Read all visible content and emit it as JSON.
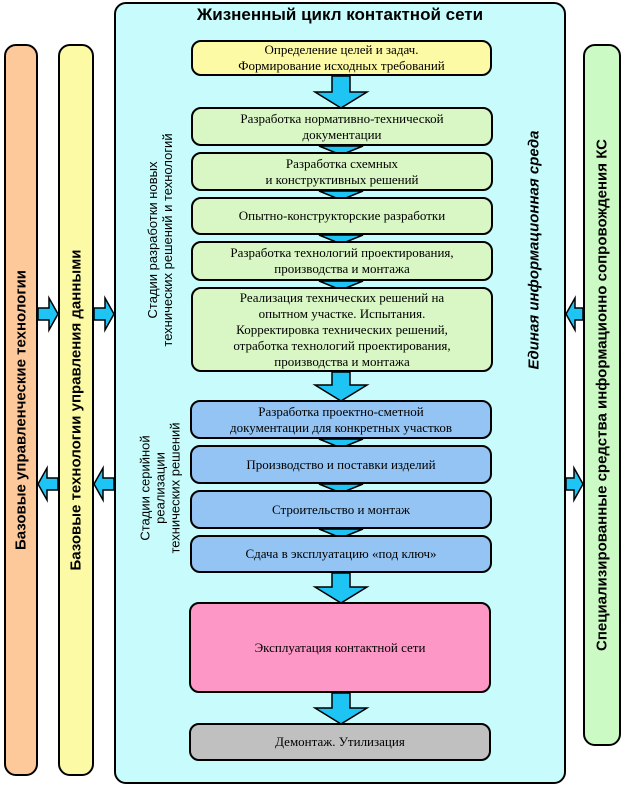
{
  "title": "Жизненный цикл контактной сети",
  "side_left_outer": "Базовые управленческие технологии",
  "side_left_inner": "Базовые технологии управления данными",
  "side_right": "Специализированные средства информационно сопровождения КС",
  "info_env": "Единая информационная среда",
  "stage_groups": {
    "development": "Стадии разработки новых\nтехнических решений и технологий",
    "serial": "Стадии серийной\nреализации\nтехнических решений"
  },
  "steps": [
    "Определение целей и задач.\nФормирование исходных требований",
    "Разработка нормативно-технической\nдокументации",
    "Разработка схемных\nи конструктивных решений",
    "Опытно-конструкторские разработки",
    "Разработка технологий проектирования,\nпроизводства и монтажа",
    "Реализация технических решений на\nопытном участке. Испытания.\nКорректировка технических решений,\nотработка технологий проектирования,\nпроизводства и монтажа",
    "Разработка проектно-сметной\nдокументации для конкретных участков",
    "Производство и поставки изделий",
    "Строительство и монтаж",
    "Сдача в эксплуатацию «под ключ»",
    "Эксплуатация контактной сети",
    "Демонтаж. Утилизация"
  ],
  "colors": {
    "arrow": "#1ec4f4",
    "panel": "#c8fcfc",
    "left_outer": "#fdc89a",
    "left_inner": "#fdfaa5",
    "right": "#ccfac4"
  }
}
